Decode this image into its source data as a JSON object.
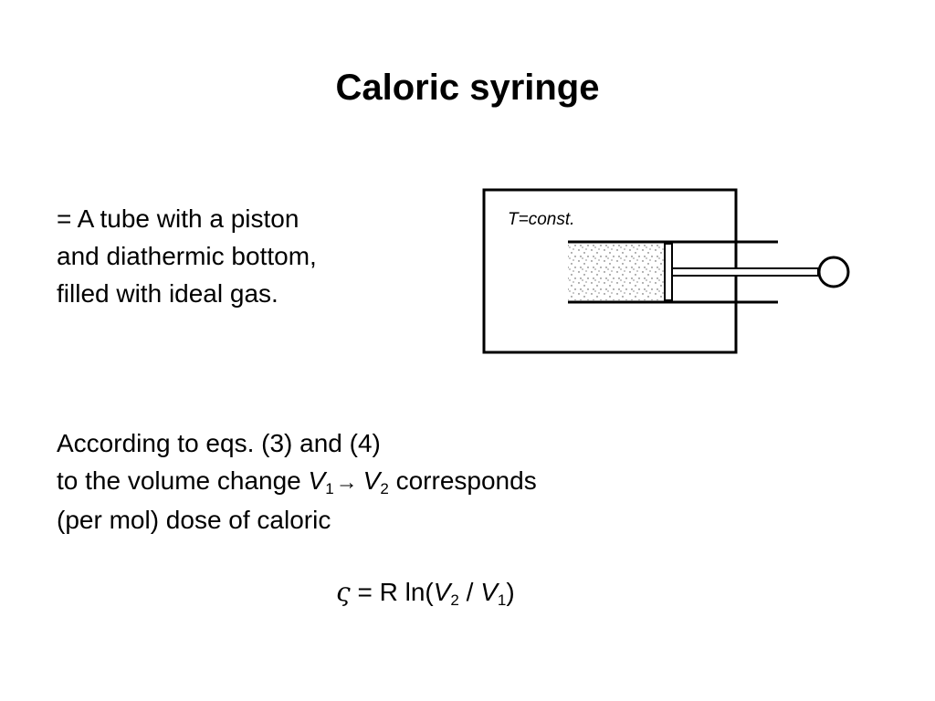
{
  "title": "Caloric syringe",
  "intro": {
    "line1": "= A tube with a piston",
    "line2": "and diathermic bottom,",
    "line3": "filled with ideal gas."
  },
  "diagram": {
    "temperature_label_var": "T",
    "temperature_label_rest": "=const."
  },
  "explanation": {
    "line1": "According to eqs. (3) and (4)",
    "line2_prefix": "to the volume change ",
    "v": "V",
    "sub1": "1",
    "arrow": "→",
    "sub2": "2",
    "line2_suffix": " corresponds",
    "line3": "(per mol) dose of caloric"
  },
  "formula": {
    "symbol": "ς",
    "equals": " = ",
    "rhs_prefix": "R ln(",
    "v": "V",
    "sub_num": "2",
    "slash": " / ",
    "sub_den": "1",
    "close": ")"
  }
}
